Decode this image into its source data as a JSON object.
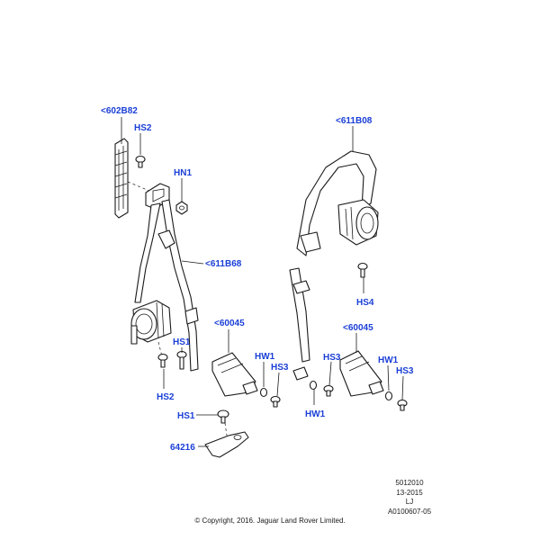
{
  "callouts": {
    "c602b82": "<602B82",
    "hs2_top": "HS2",
    "hn1": "HN1",
    "c611b68": "<611B68",
    "c611b08": "<611B08",
    "hs4": "HS4",
    "c60045_left": "<60045",
    "c60045_right": "<60045",
    "hs1_mid": "HS1",
    "hs2_bottom": "HS2",
    "hw1_left": "HW1",
    "hs3_left": "HS3",
    "hw1_center": "HW1",
    "hs3_right_a": "HS3",
    "hw1_right": "HW1",
    "hs3_right_b": "HS3",
    "hs1_lower": "HS1",
    "c64216": "64216"
  },
  "reference": {
    "code1": "5012010",
    "date": "13-2015",
    "initials": "LJ",
    "image_code": "A0100607-05"
  },
  "copyright": "© Copyright, 2016. Jaguar Land Rover Limited.",
  "colors": {
    "callout": "#1a3fd6",
    "line": "#1a1a1a",
    "background": "#ffffff"
  }
}
